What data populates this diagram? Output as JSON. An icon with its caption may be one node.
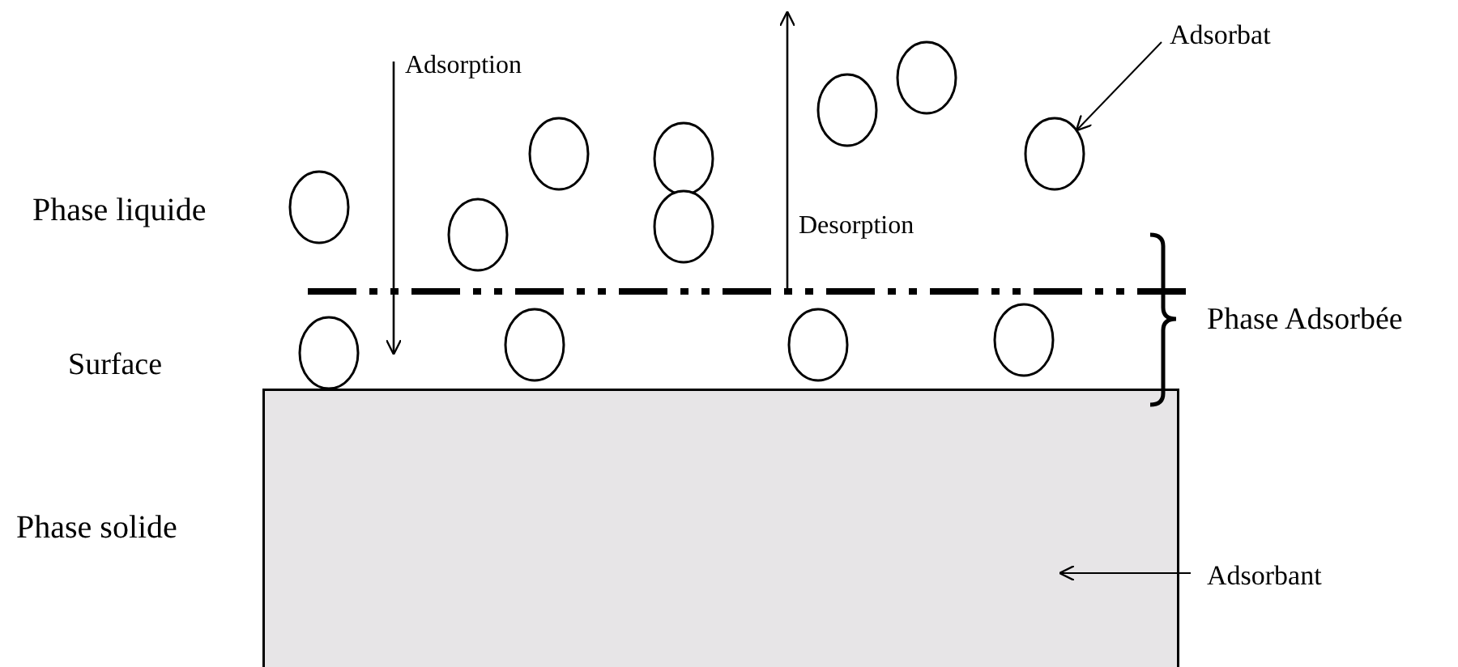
{
  "diagram": {
    "nodes": [
      {
        "text": [
          "Adsorbat"
        ]
      },
      {
        "text": [],
        "shape": "circle"
      },
      {
        "text": [],
        "shape": "circle"
      },
      {
        "text": [],
        "shape": "circle"
      },
      {
        "text": [],
        "shape": "circle"
      },
      {
        "text": [],
        "shape": "circle"
      },
      {
        "text": [],
        "shape": "circle"
      },
      {
        "text": [],
        "shape": "circle"
      },
      {
        "text": [],
        "shape": "circle"
      },
      {
        "text": [],
        "shape": "circle"
      },
      {
        "text": [],
        "shape": "circle"
      },
      {
        "text": [],
        "shape": "circle"
      },
      {
        "text": [],
        "shape": "circle"
      },
      {
        "text": [],
        "shape": "box"
      },
      {
        "text": [
          "Adsorbant"
        ]
      }
    ],
    "edges": [
      {
        "from": 0,
        "to": 12,
        "arrow": "to"
      },
      {
        "from": 14,
        "to": 13,
        "arrow": "to"
      }
    ],
    "labels": [
      "Adsorption",
      "Phase liquide",
      "Desorption",
      "Phase Adsorbée",
      "Surface",
      "Phase solide"
    ]
  }
}
